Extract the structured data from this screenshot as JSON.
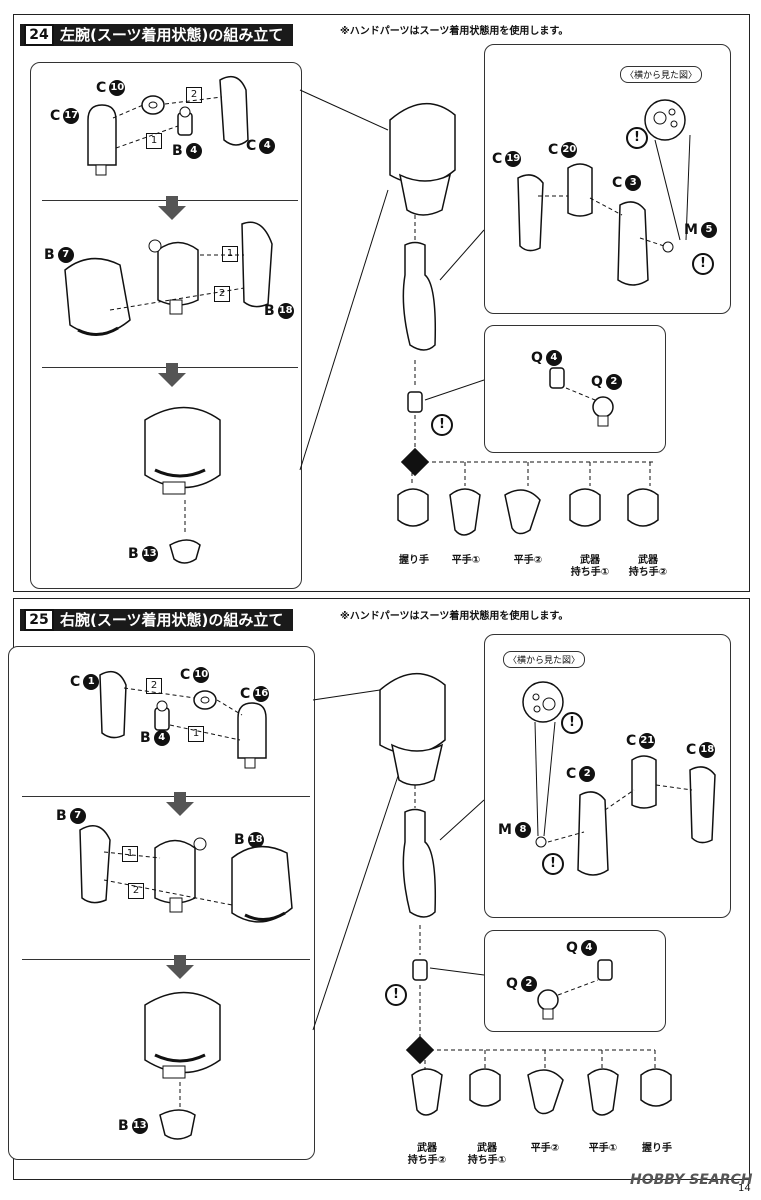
{
  "step24": {
    "number": "24",
    "title": "左腕(スーツ着用状態)の組み立て",
    "note": "※ハンドパーツはスーツ着用状態用を使用します。",
    "parts": {
      "c10": {
        "letter": "C",
        "num": "10"
      },
      "c17": {
        "letter": "C",
        "num": "17"
      },
      "b4": {
        "letter": "B",
        "num": "4"
      },
      "c4": {
        "letter": "C",
        "num": "4"
      },
      "b7": {
        "letter": "B",
        "num": "7"
      },
      "b18": {
        "letter": "B",
        "num": "18"
      },
      "b13": {
        "letter": "B",
        "num": "13"
      },
      "c19": {
        "letter": "C",
        "num": "19"
      },
      "c20": {
        "letter": "C",
        "num": "20"
      },
      "c3": {
        "letter": "C",
        "num": "3"
      },
      "m5": {
        "letter": "M",
        "num": "5"
      },
      "q4": {
        "letter": "Q",
        "num": "4"
      },
      "q2": {
        "letter": "Q",
        "num": "2"
      }
    },
    "side_view": "〈横から見た図〉",
    "hands": [
      "握り手",
      "平手①",
      "平手②",
      "武器\n持ち手①",
      "武器\n持ち手②"
    ]
  },
  "step25": {
    "number": "25",
    "title": "右腕(スーツ着用状態)の組み立て",
    "note": "※ハンドパーツはスーツ着用状態用を使用します。",
    "parts": {
      "c1": {
        "letter": "C",
        "num": "1"
      },
      "c10": {
        "letter": "C",
        "num": "10"
      },
      "c16": {
        "letter": "C",
        "num": "16"
      },
      "b4": {
        "letter": "B",
        "num": "4"
      },
      "b7": {
        "letter": "B",
        "num": "7"
      },
      "b18": {
        "letter": "B",
        "num": "18"
      },
      "b13": {
        "letter": "B",
        "num": "13"
      },
      "c21": {
        "letter": "C",
        "num": "21"
      },
      "c18": {
        "letter": "C",
        "num": "18"
      },
      "c2": {
        "letter": "C",
        "num": "2"
      },
      "m8": {
        "letter": "M",
        "num": "8"
      },
      "q4": {
        "letter": "Q",
        "num": "4"
      },
      "q2": {
        "letter": "Q",
        "num": "2"
      }
    },
    "side_view": "〈横から見た図〉",
    "hands": [
      "武器\n持ち手②",
      "武器\n持ち手①",
      "平手②",
      "平手①",
      "握り手"
    ]
  },
  "step_labels": {
    "one": "1",
    "two": "2"
  },
  "excl": "!",
  "watermark": "HOBBY SEARCH",
  "page_number": "14"
}
